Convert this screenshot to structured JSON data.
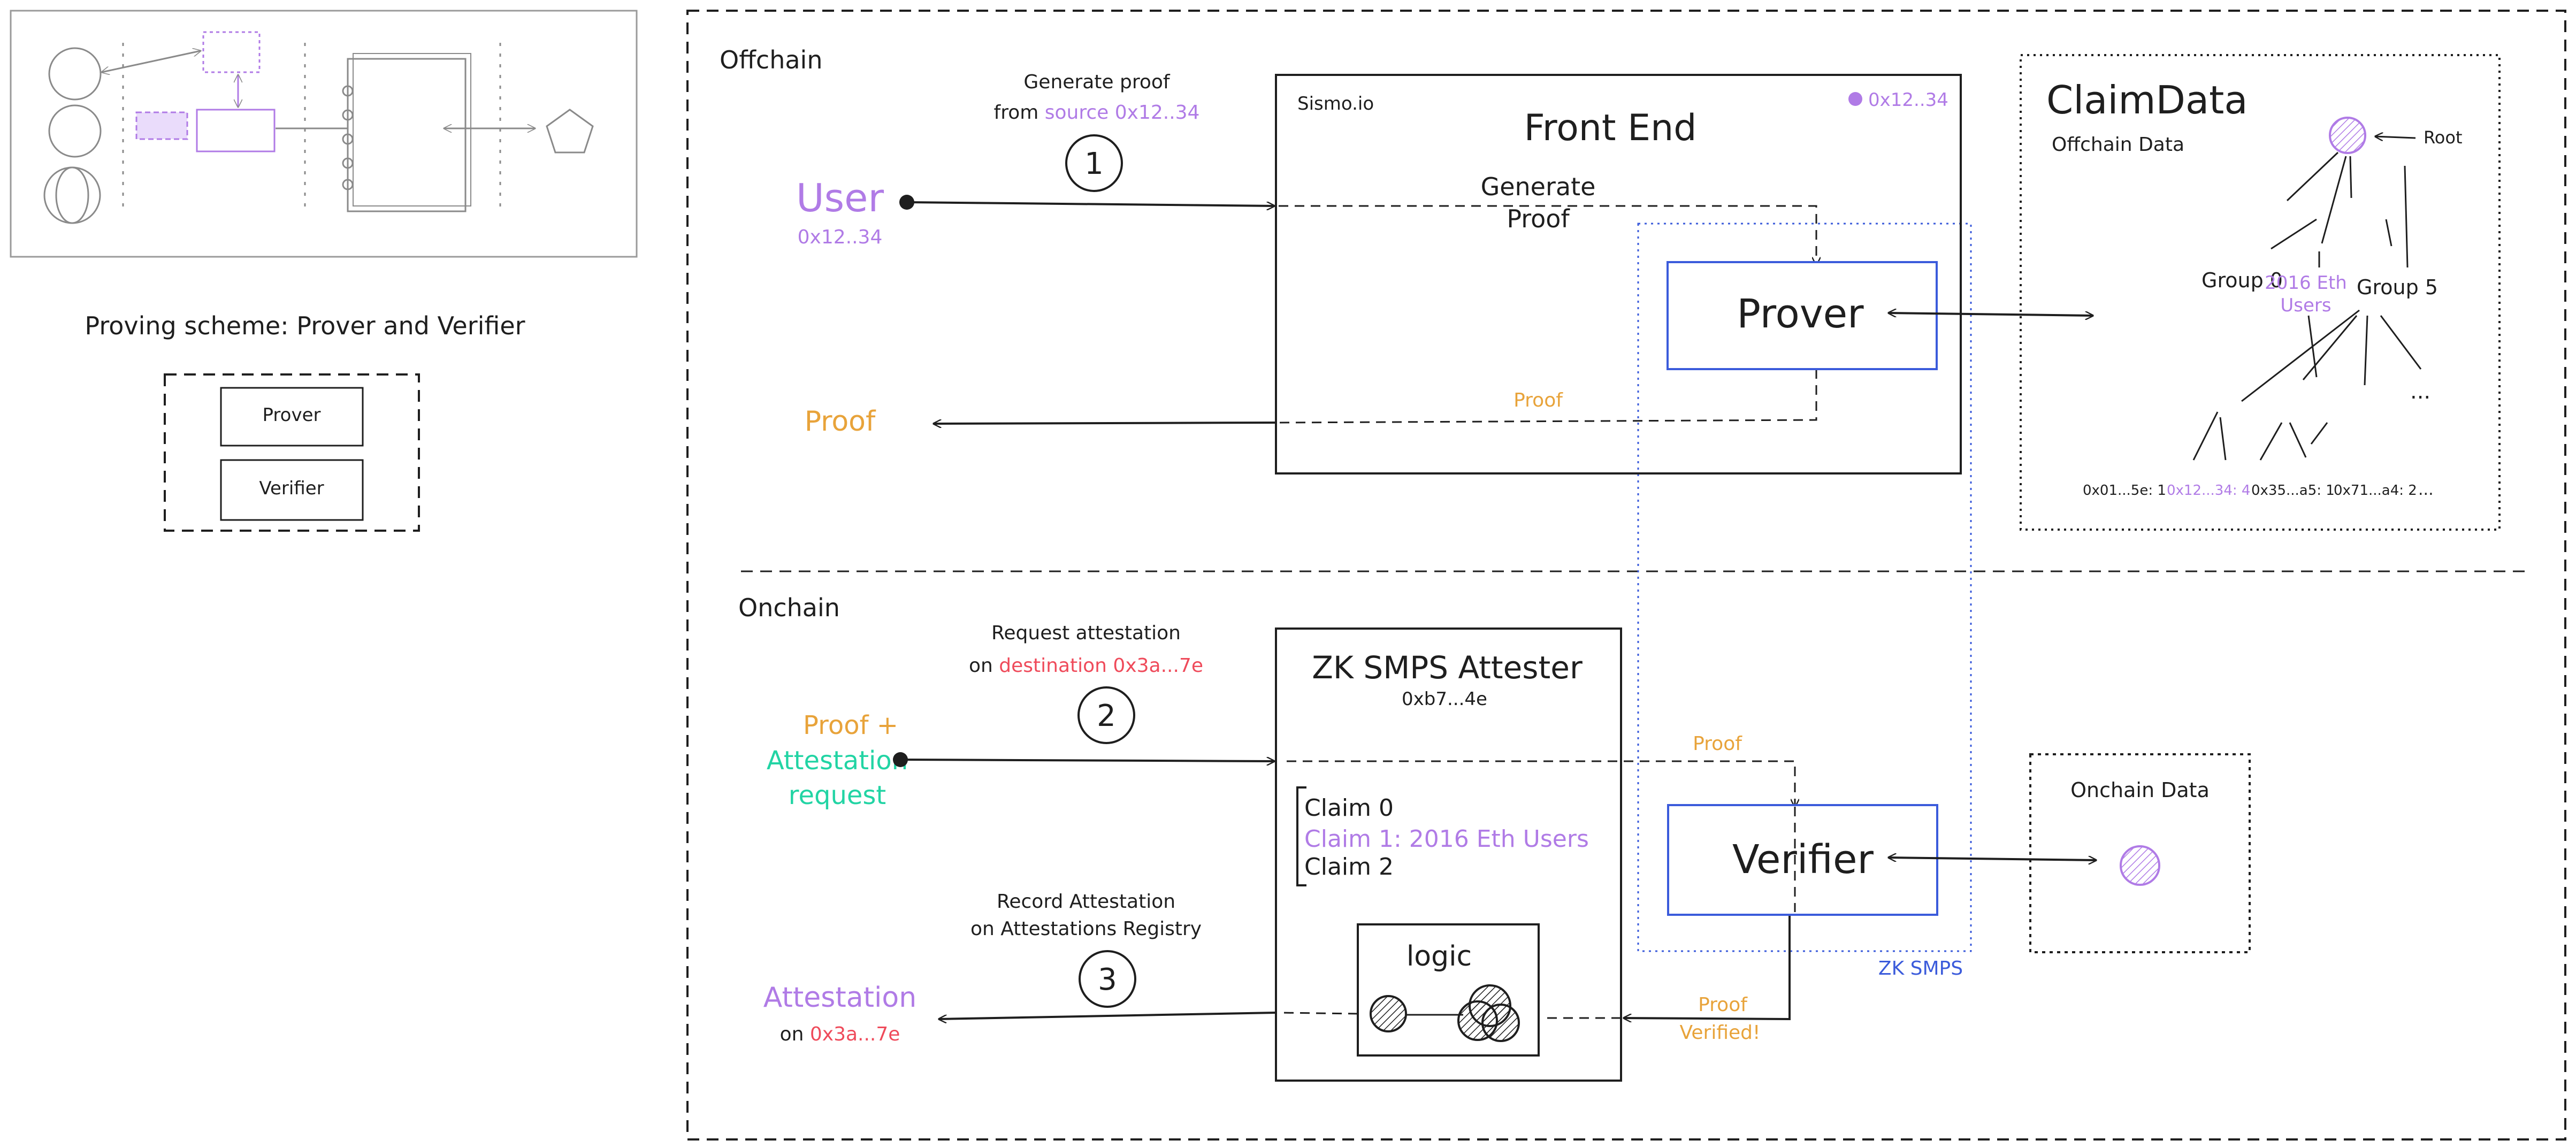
{
  "legend": {
    "title": "Proving scheme: Prover and Verifier",
    "prover_label": "Prover",
    "verifier_label": "Verifier"
  },
  "offchain": {
    "section_label": "Offchain",
    "step1_line1": "Generate proof",
    "step1_line2_prefix": "from ",
    "step1_line2_source": "source 0x12..34",
    "step1_number": "1",
    "user_label": "User",
    "user_address": "0x12..34",
    "proof_out_label": "Proof",
    "frontend": {
      "brand": "Sismo.io",
      "address": "0x12..34",
      "title": "Front End",
      "generate_line1": "Generate",
      "generate_line2": "Proof",
      "proof_label": "Proof",
      "prover_label": "Prover"
    },
    "claimdata": {
      "title": "ClaimData",
      "subtitle": "Offchain Data",
      "root_label": "Root",
      "group0": "Group 0",
      "group1_line1": "2016 Eth",
      "group1_line2": "Users",
      "group5": "Group 5",
      "more": "...",
      "leaves": [
        "0x01...5e: 1",
        "0x12...34: 4",
        "0x35...a5: 1",
        "0x71...a4: 2",
        "..."
      ]
    }
  },
  "onchain": {
    "section_label": "Onchain",
    "step2_line1": "Request attestation",
    "step2_line2_prefix": "on ",
    "step2_line2_dest": "destination 0x3a...7e",
    "step2_number": "2",
    "request_line1": "Proof +",
    "request_line2": "Attestation",
    "request_line3": "request",
    "step3_line1": "Record Attestation",
    "step3_line2": "on Attestations Registry",
    "step3_number": "3",
    "attestation_label": "Attestation",
    "attestation_on": "on ",
    "attestation_addr": "0x3a...7e",
    "attester": {
      "title": "ZK SMPS Attester",
      "address": "0xb7...4e",
      "claims": [
        "Claim 0",
        "Claim 1: 2016 Eth Users",
        "Claim 2"
      ],
      "logic_label": "logic"
    },
    "proof_label": "Proof",
    "proof_verified_line1": "Proof",
    "proof_verified_line2": "Verified!",
    "verifier_label": "Verifier",
    "zk_smps_label": "ZK SMPS",
    "onchain_data_label": "Onchain Data"
  },
  "colors": {
    "ink": "#1e1e1e",
    "purple": "#b07be6",
    "orange": "#e8a33a",
    "red": "#ef4a5a",
    "teal": "#22d4a4",
    "blue": "#3b5bdb"
  }
}
